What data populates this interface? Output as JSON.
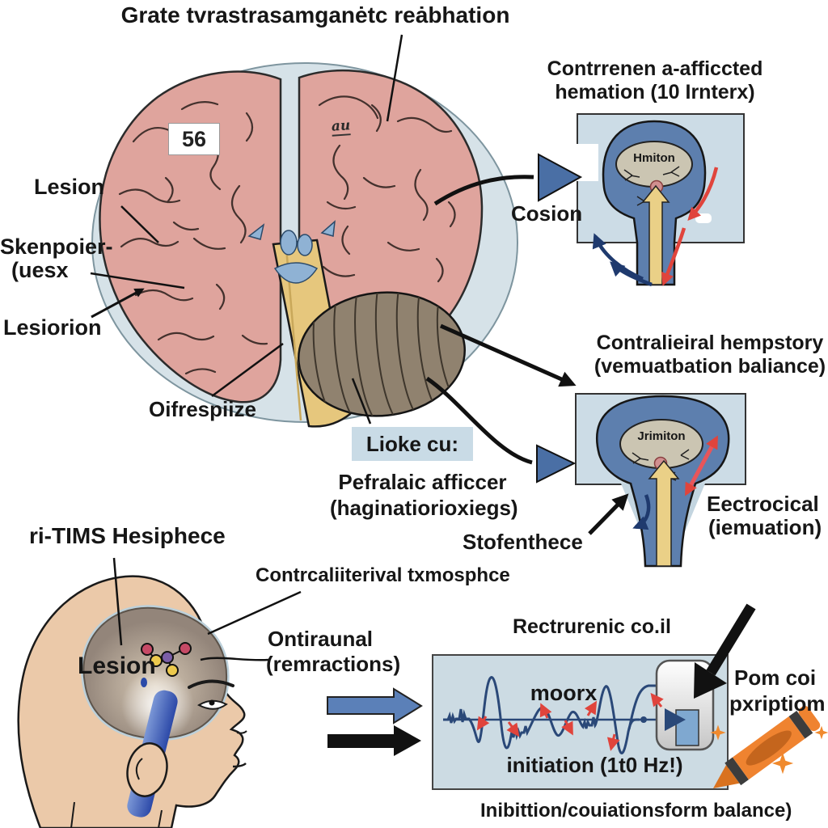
{
  "title": "Grate tvrastrasamganėtc reȧbhation",
  "brain": {
    "area_tag": "56",
    "cursive_tag": "au"
  },
  "left_labels": {
    "top": "Lesion",
    "mid1": "Skenpoier-",
    "mid2": "(uesx",
    "bottom": "Lesiorion"
  },
  "top_inset": {
    "heading1": "Contrrenen a-afficcted",
    "heading2": "hemation (10 Irnterx)",
    "arrow_label": "Cosion",
    "core_text": "Hmiton"
  },
  "mid_inset": {
    "heading1": "Contralieiral hempstory",
    "heading2": "(vemuatbation baliance)",
    "core_text": "Jrimiton",
    "left_label": "Stofenthece",
    "right_label1": "Eectrocical",
    "right_label2": "(iemuation)"
  },
  "brainstem_labels": {
    "left": "Oifrespiize",
    "highlight": "Lioke cu:",
    "caption1": "Pefralaic afficcer",
    "caption2": "(haginatiorioxiegs)"
  },
  "head_section": {
    "heading": "ri-TIMS Hesiphece",
    "hemisphere_label": "Contrcaliiterival txmosphce",
    "lesion_label": "Lesion",
    "side_label1": "Ontiraunal",
    "side_label2": "(remractions)"
  },
  "pulse_section": {
    "coil_label": "Rectrurenic co.il",
    "wave_label": "moorx",
    "frequency_label": "initiation (1t0 Hz!)",
    "device_label1": "Pom coi",
    "device_label2": "pxriptiom",
    "footer": "Inibittion/couiationsform balance)"
  },
  "colors": {
    "inset_bg": "#ccdce6",
    "brain_pink": "#dfa49d",
    "deep_blue": "#5d7fae",
    "accent_red": "#e0443c",
    "navy": "#1f3a6e",
    "steel_arrow": "#4a6fa5",
    "stem_yellow": "#e6c77d",
    "crayon_orange": "#ef8330"
  }
}
